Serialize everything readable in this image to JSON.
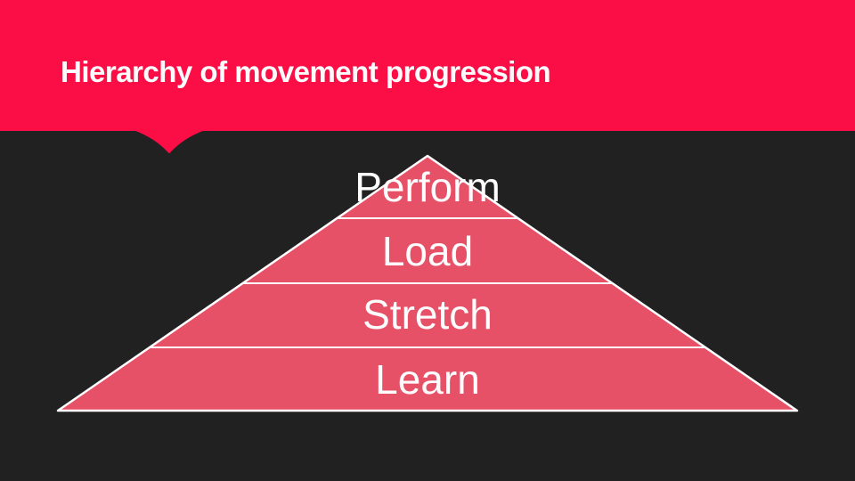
{
  "slide": {
    "title": "Hierarchy of movement progression",
    "colors": {
      "background": "#212121",
      "banner_red": "#fb0d45",
      "pyramid_rose": "#e75168",
      "outline_white": "#ffffff",
      "title_text": "#fbfbfb",
      "label_text": "#fdfdfd"
    },
    "pyramid": {
      "type": "pyramid-hierarchy",
      "levels": [
        {
          "label": "Perform"
        },
        {
          "label": "Load"
        },
        {
          "label": "Stretch"
        },
        {
          "label": "Learn"
        }
      ]
    }
  }
}
